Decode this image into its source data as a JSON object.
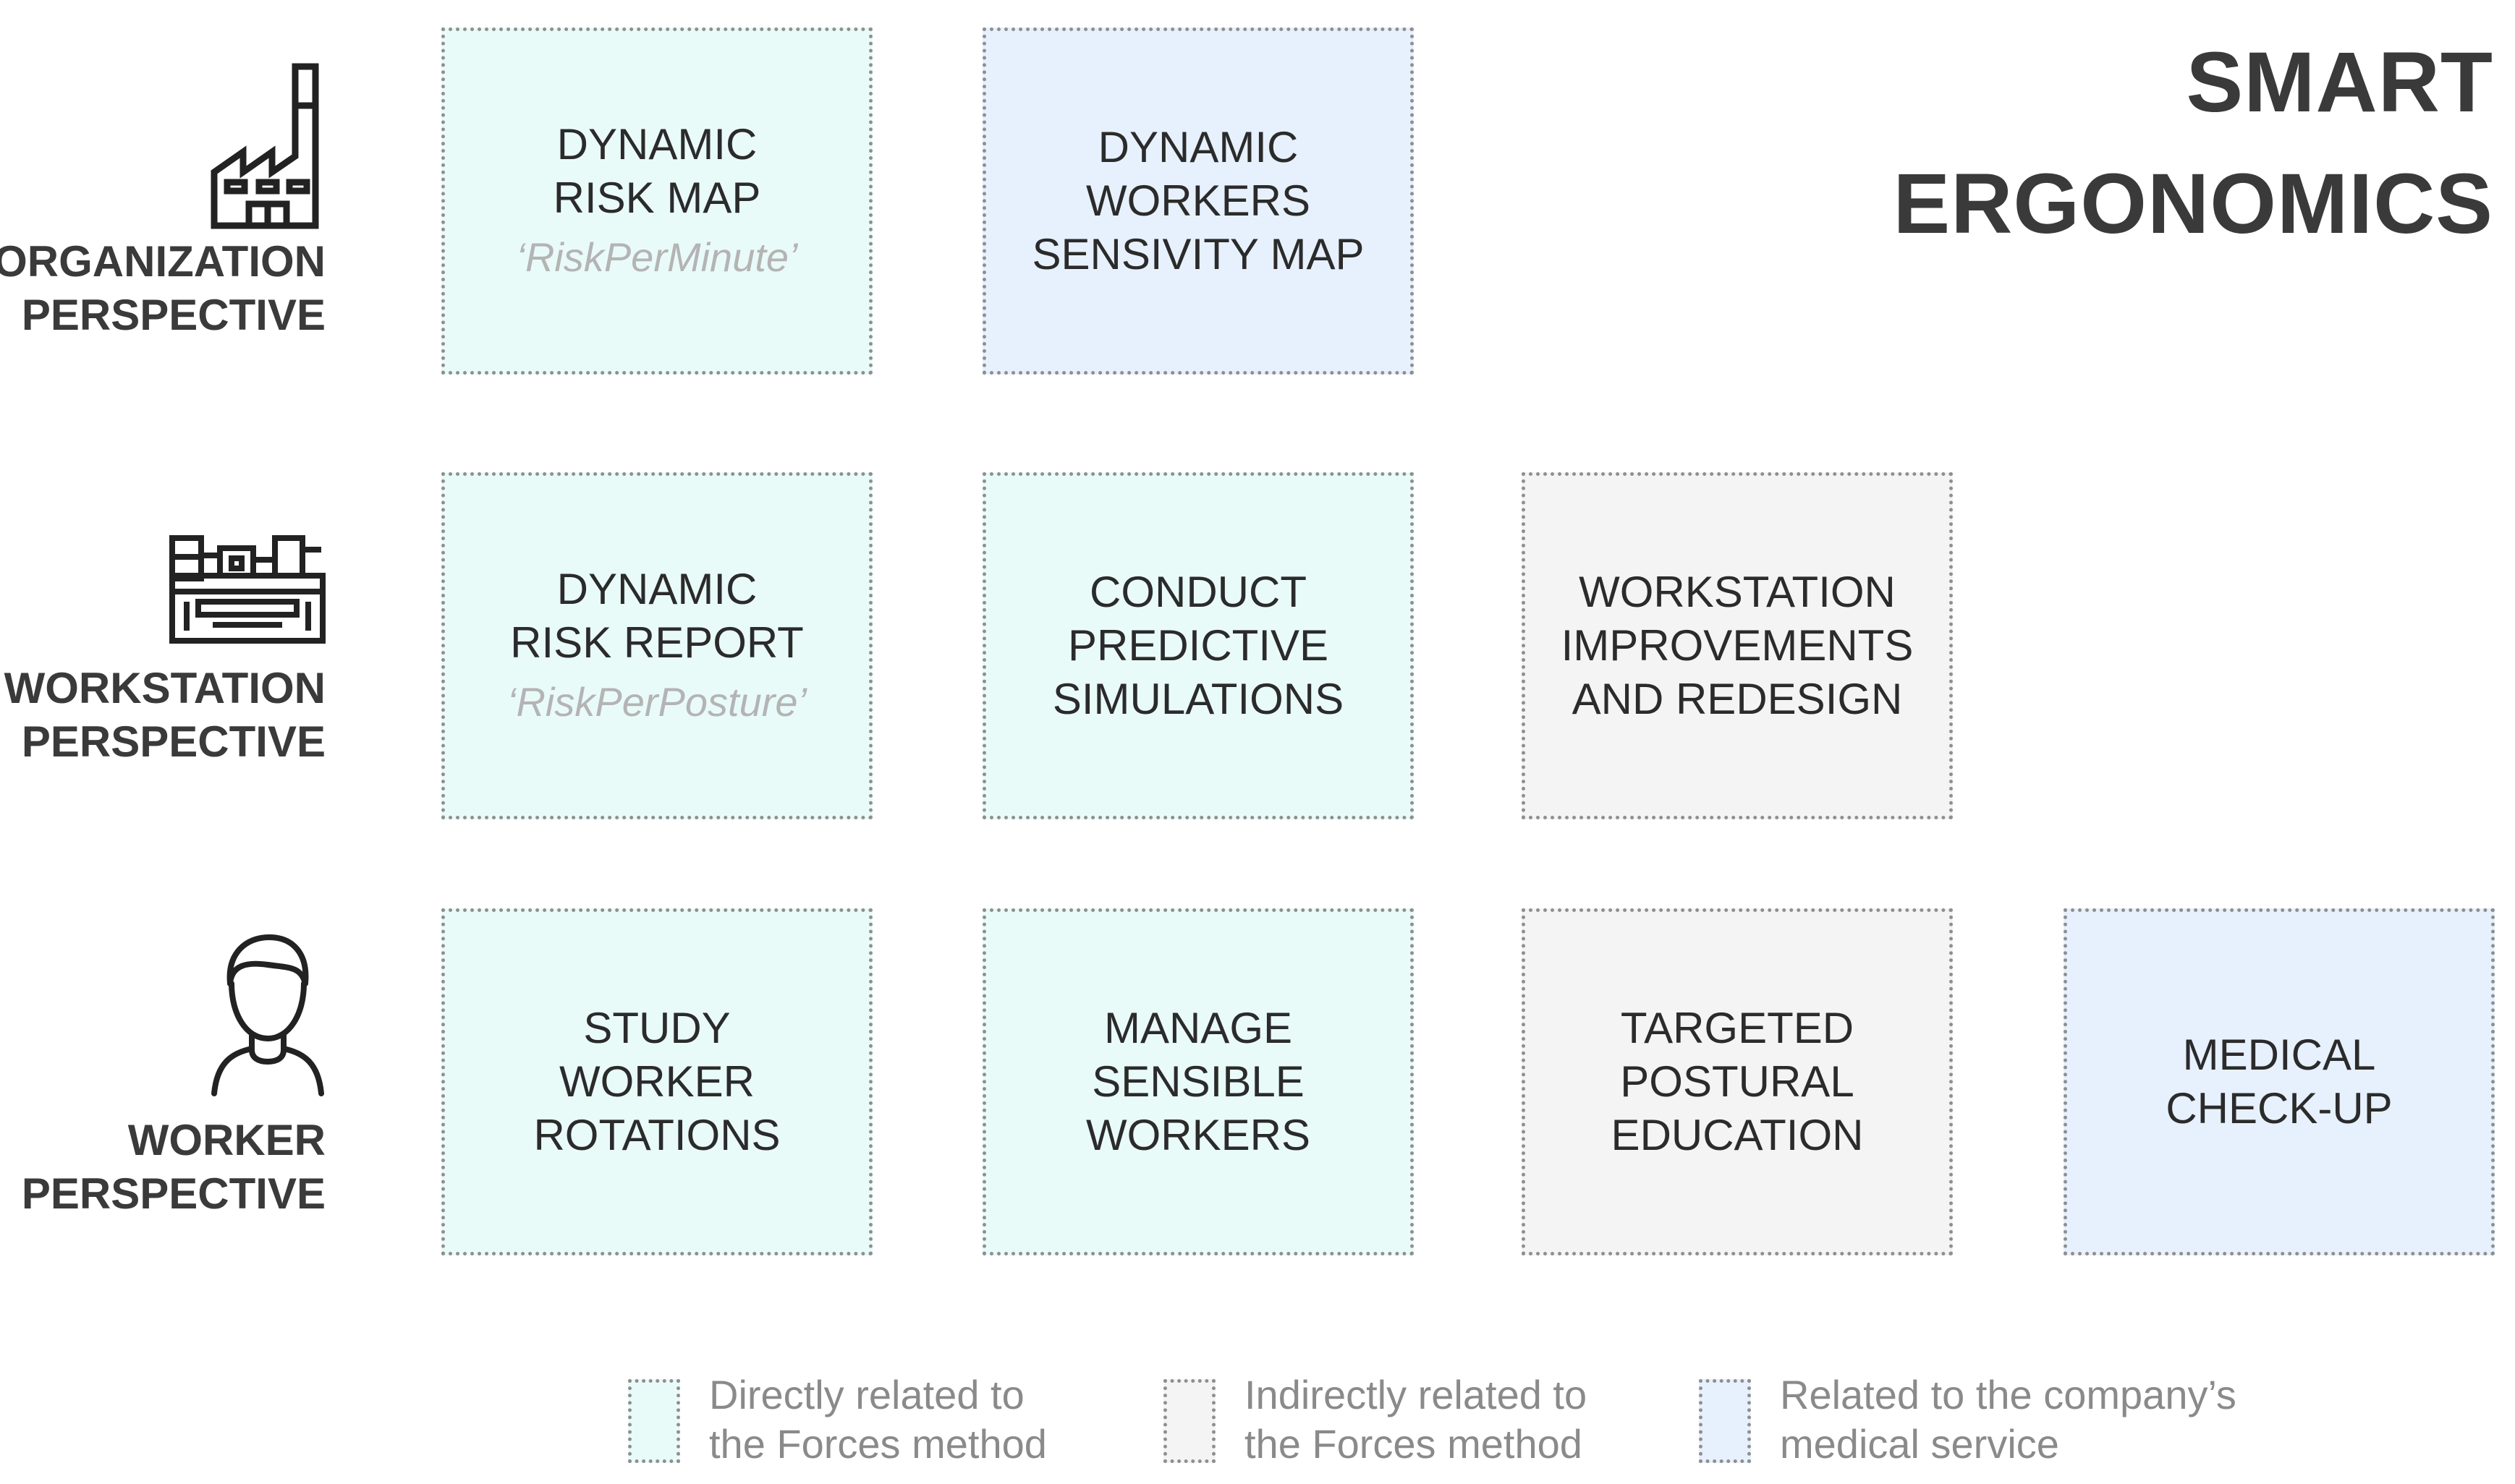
{
  "title": {
    "line1": "SMART",
    "line2": "ERGONOMICS"
  },
  "perspectives": [
    {
      "line1": "ORGANIZATION",
      "line2": "PERSPECTIVE",
      "icon": "factory-icon"
    },
    {
      "line1": "WORKSTATION",
      "line2": "PERSPECTIVE",
      "icon": "workstation-machine-icon"
    },
    {
      "line1": "WORKER",
      "line2": "PERSPECTIVE",
      "icon": "worker-person-icon"
    }
  ],
  "boxes": {
    "dynamic_risk_map": {
      "lines": [
        "DYNAMIC",
        "RISK MAP"
      ],
      "sub": "‘RiskPerMinute’",
      "category": "direct"
    },
    "dynamic_sensivity_map": {
      "lines": [
        "DYNAMIC",
        "WORKERS",
        "SENSIVITY MAP"
      ],
      "category": "medical"
    },
    "dynamic_risk_report": {
      "lines": [
        "DYNAMIC",
        "RISK REPORT"
      ],
      "sub": "‘RiskPerPosture’",
      "category": "direct"
    },
    "predictive_simulations": {
      "lines": [
        "CONDUCT",
        "PREDICTIVE",
        "SIMULATIONS"
      ],
      "category": "direct"
    },
    "workstation_improvements": {
      "lines": [
        "WORKSTATION",
        "IMPROVEMENTS",
        "AND REDESIGN"
      ],
      "category": "indirect"
    },
    "worker_rotations": {
      "lines": [
        "STUDY",
        "WORKER",
        "ROTATIONS"
      ],
      "category": "direct"
    },
    "sensible_workers": {
      "lines": [
        "MANAGE",
        "SENSIBLE",
        "WORKERS"
      ],
      "category": "direct"
    },
    "postural_education": {
      "lines": [
        "TARGETED",
        "POSTURAL",
        "EDUCATION"
      ],
      "category": "indirect"
    },
    "medical_checkup": {
      "lines": [
        "MEDICAL",
        "CHECK-UP"
      ],
      "category": "medical"
    }
  },
  "legend": [
    {
      "line1": "Directly related to",
      "line2": "the Forces method",
      "color": "#e9fbf8"
    },
    {
      "line1": "Indirectly related to",
      "line2": "the Forces method",
      "color": "#f4f4f4"
    },
    {
      "line1": "Related to the company’s",
      "line2": "medical service",
      "color": "#e7f1fd"
    }
  ],
  "colors": {
    "direct": "#e9fbf8",
    "indirect": "#f4f4f4",
    "medical": "#e7f1fd",
    "border": "#8f8f8f"
  }
}
